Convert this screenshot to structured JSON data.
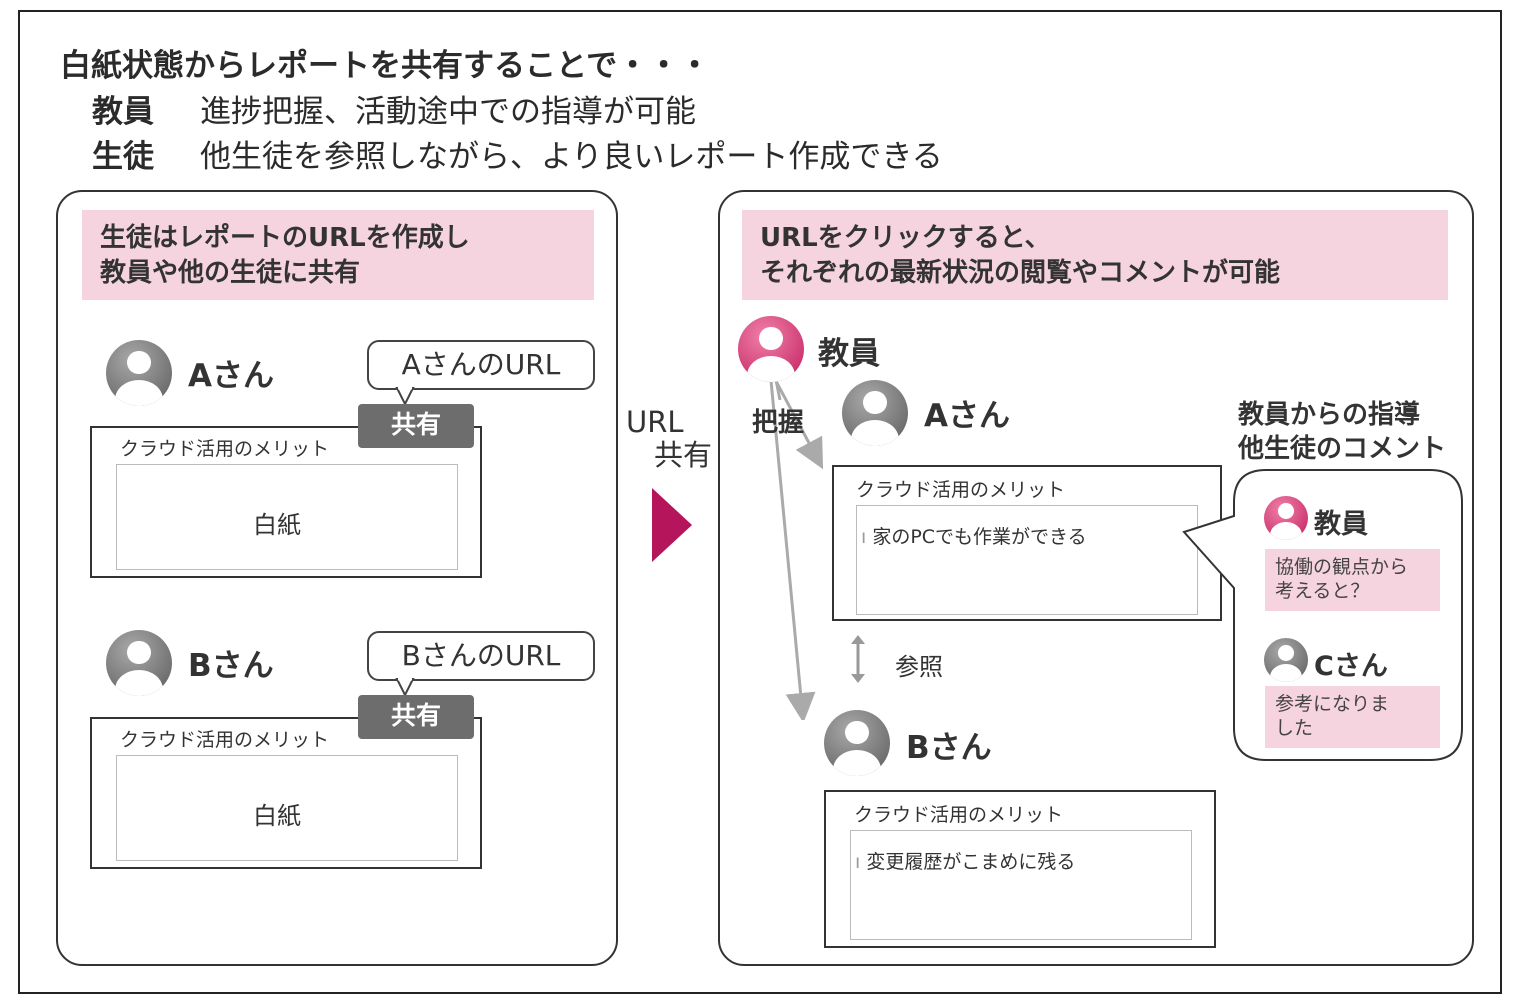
{
  "header": {
    "title": "白紙状態からレポートを共有することで・・・",
    "rows": [
      {
        "role": "教員",
        "text": "進捗把握、活動途中での指導が可能"
      },
      {
        "role": "生徒",
        "text": "他生徒を参照しながら、より良いレポート作成できる"
      }
    ]
  },
  "left_panel": {
    "banner_line1": "生徒はレポートのURLを作成し",
    "banner_line2": "教員や他の生徒に共有",
    "students": [
      {
        "name": "Aさん",
        "url_label": "AさんのURL",
        "share_label": "共有",
        "doc_title": "クラウド活用のメリット",
        "doc_body": "白紙"
      },
      {
        "name": "Bさん",
        "url_label": "BさんのURL",
        "share_label": "共有",
        "doc_title": "クラウド活用のメリット",
        "doc_body": "白紙"
      }
    ]
  },
  "middle": {
    "line1": "URL",
    "line2": "共有"
  },
  "right_panel": {
    "banner_line1": "URLをクリックすると、",
    "banner_line2": "それぞれの最新状況の閲覧やコメントが可能",
    "teacher_label": "教員",
    "grasp_label": "把握",
    "refer_label": "参照",
    "student_a": {
      "name": "Aさん",
      "doc_title": "クラウド活用のメリット",
      "doc_text": "家のPCでも作業ができる"
    },
    "student_b": {
      "name": "Bさん",
      "doc_title": "クラウド活用のメリット",
      "doc_text": "変更履歴がこまめに残る"
    },
    "feedback": {
      "heading_line1": "教員からの指導",
      "heading_line2": "他生徒のコメント",
      "comments": [
        {
          "author": "教員",
          "line1": "協働の観点から",
          "line2": "考えると？"
        },
        {
          "author": "Cさん",
          "line1": "参考になりま",
          "line2": "した"
        }
      ]
    }
  },
  "colors": {
    "accent": "#b5155a",
    "pink_bg": "#f6d4df",
    "share_gray": "#6d6d6d",
    "arrow_gray": "#aaaaaa"
  }
}
